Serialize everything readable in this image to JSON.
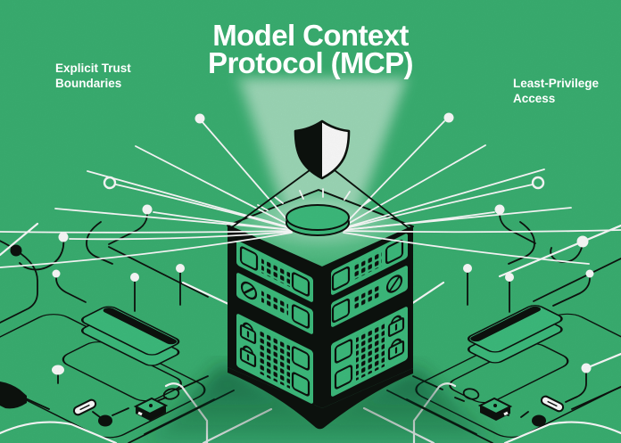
{
  "title": {
    "line1": "Model Context",
    "line2": "Protocol (MCP)"
  },
  "annotations": {
    "left": {
      "line1": "Explicit Trust",
      "line2": "Boundaries"
    },
    "right": {
      "line1": "Least-Privilege",
      "line2": "Access"
    }
  },
  "colors": {
    "background": "#3BB273",
    "ink": "#0D120E",
    "panel_green": "#3EBE7E",
    "beam_glow": "#D8F2E2",
    "shadow": "#0E3A24",
    "text": "#FFFFFF"
  },
  "icons": {
    "shield": "shield-icon: heraldic shield, left half black / right half white",
    "server": "server-tower-icon: isometric black rack tower with green panels",
    "lock": "lock-icon: padlock glyphs on rack panels",
    "blocked": "prohibition-circle-icon: slashed circle on rack panel",
    "dome": "dome-button-icon: round cap on top of tower",
    "circuit": "circuit-trace-lines with node dots"
  }
}
